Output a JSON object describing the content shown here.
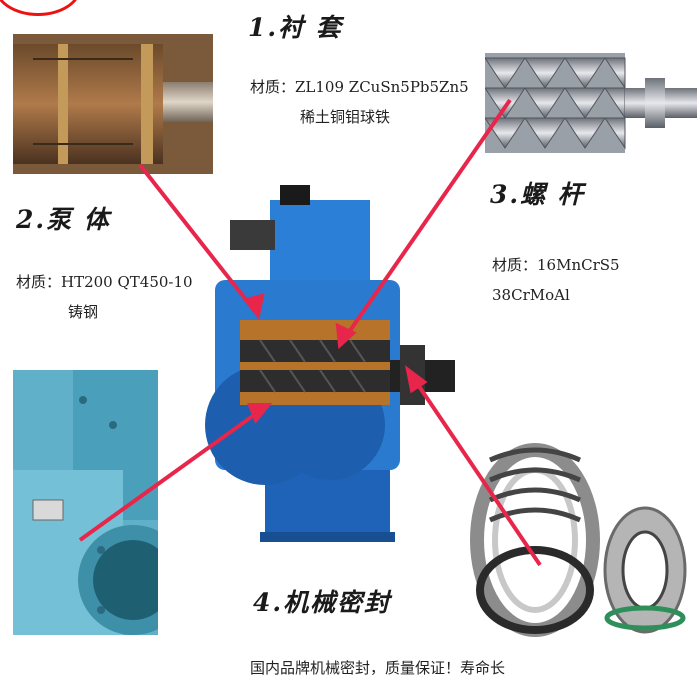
{
  "bushing": {
    "title": "1.衬 套",
    "material_line1": "材质：ZL109 ZCuSn5Pb5Zn5",
    "material_line2": "稀土铜钼球铁"
  },
  "pump_body": {
    "title": "2.泵 体",
    "material_line1": "材质：HT200 QT450-10",
    "material_line2": "铸钢"
  },
  "screw": {
    "title": "3.螺 杆",
    "material_line1": "材质：16MnCrS5 38CrMoAl"
  },
  "mechanical_seal": {
    "title": "4.机械密封",
    "description": "国内品牌机械密封，质量保证！寿命长"
  },
  "colors": {
    "pointer_lines": "#e8254a",
    "pump_blue": "#1f6fc4",
    "rotor_dark": "#2d2d2d",
    "bushing_bronze": "#b8732a"
  },
  "icons": [
    "bushing-photo",
    "screw-photo",
    "pump-cutaway",
    "pump-body-photo",
    "seal-photo",
    "seal-ring-photo"
  ]
}
